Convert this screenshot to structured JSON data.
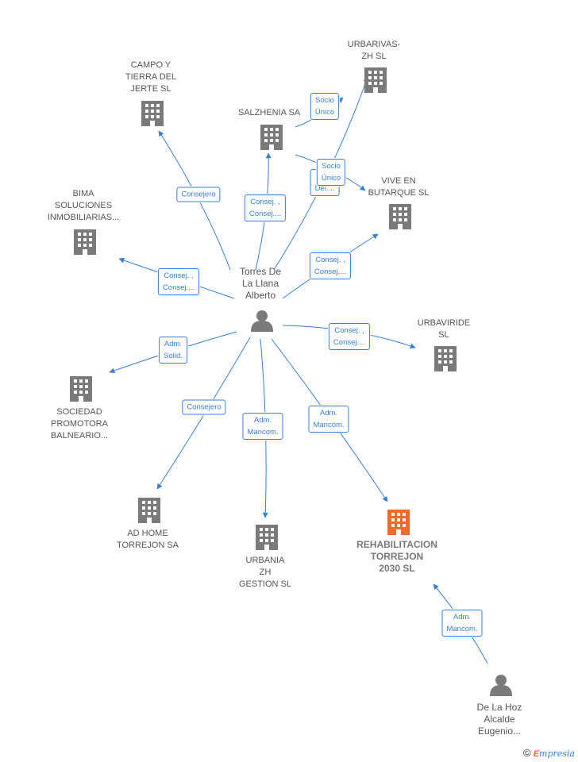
{
  "colors": {
    "edge": "#3a7fd1",
    "building": "#7a7a7a",
    "building_highlight": "#f06a2a",
    "person": "#7a7a7a"
  },
  "center_person": {
    "name": "Torres De\nLa Llana\nAlberto"
  },
  "companies": [
    {
      "id": "campo",
      "name": "CAMPO Y\nTIERRA DEL\nJERTE SL"
    },
    {
      "id": "urbarivas",
      "name": "URBARIVAS-\nZH  SL"
    },
    {
      "id": "salzhenia",
      "name": "SALZHENIA SA"
    },
    {
      "id": "vive",
      "name": "VIVE EN\nBUTARQUE  SL"
    },
    {
      "id": "bima",
      "name": "BIMA\nSOLUCIONES\nINMOBILIARIAS..."
    },
    {
      "id": "urbaviride",
      "name": "URBAVIRIDE\nSL"
    },
    {
      "id": "sociedad",
      "name": "SOCIEDAD\nPROMOTORA\nBALNEARIO..."
    },
    {
      "id": "adhome",
      "name": "AD HOME\nTORREJON SA"
    },
    {
      "id": "urbania",
      "name": "URBANIA\nZH\nGESTION SL"
    },
    {
      "id": "rehab",
      "name": "REHABILITACION\nTORREJON\n2030  SL",
      "highlight": true
    }
  ],
  "other_person": {
    "name": "De La Hoz\nAlcalde\nEugenio..."
  },
  "edges": [
    {
      "id": "e-campo",
      "label": "Consejero"
    },
    {
      "id": "e-salzhenia",
      "label": "Consej. ,\nConsej...."
    },
    {
      "id": "e-salz-urbarivas",
      "label": "Socio\nÚnico"
    },
    {
      "id": "e-salz-vive",
      "label": "Socio\nÚnico"
    },
    {
      "id": "e-center-urbarivas",
      "label": "C...\nDel...."
    },
    {
      "id": "e-vive",
      "label": "Consej. ,\nConsej...."
    },
    {
      "id": "e-bima",
      "label": "Consej. ,\nConsej...."
    },
    {
      "id": "e-urbaviride",
      "label": "Consej. ,\nConsej...."
    },
    {
      "id": "e-sociedad",
      "label": "Adm.\nSolid."
    },
    {
      "id": "e-adhome",
      "label": "Consejero"
    },
    {
      "id": "e-urbania",
      "label": "Adm.\nMancom."
    },
    {
      "id": "e-rehab",
      "label": "Adm.\nMancom."
    },
    {
      "id": "e-delahoz",
      "label": "Adm.\nMancom."
    }
  ],
  "brand": {
    "copyright": "©",
    "name_initial": "E",
    "name_rest": "mpresia"
  }
}
